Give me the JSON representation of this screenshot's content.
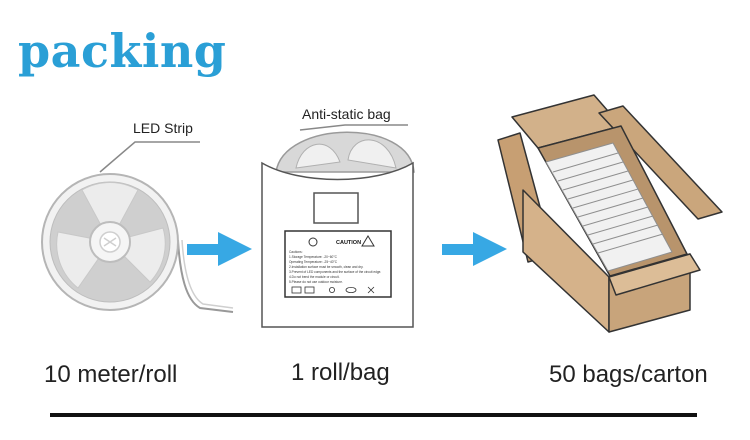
{
  "title": "packing",
  "colors": {
    "title": "#2a9fd6",
    "arrow": "#37a8e4",
    "box": "#d2b18a",
    "box_dark": "#b8946c",
    "reel": "#bdbdbd",
    "reel_light": "#e6e6e6",
    "divider": "#111111"
  },
  "steps": [
    {
      "caption": "10 meter/roll",
      "callout": "LED Strip",
      "icon": "led-reel-icon"
    },
    {
      "caption": "1 roll/bag",
      "callout": "Anti-static bag",
      "icon": "anti-static-bag-icon"
    },
    {
      "caption": "50 bags/carton",
      "icon": "carton-box-icon"
    }
  ],
  "arrows": [
    "right-arrow-icon",
    "right-arrow-icon"
  ],
  "label_card": {
    "heading": "CAUTION",
    "lines": [
      "Cautions:",
      "1.Storage Temperature: -20~60°C",
      "   Operating Temperature: -25~40°C",
      "2.Installation surface must be smooth, clean and dry.",
      "3.Prevent of LED components and the surface of the circuit edge.",
      "4.Do not bend the module or circuit.",
      "5.Please do not use outdoor moisture."
    ]
  }
}
